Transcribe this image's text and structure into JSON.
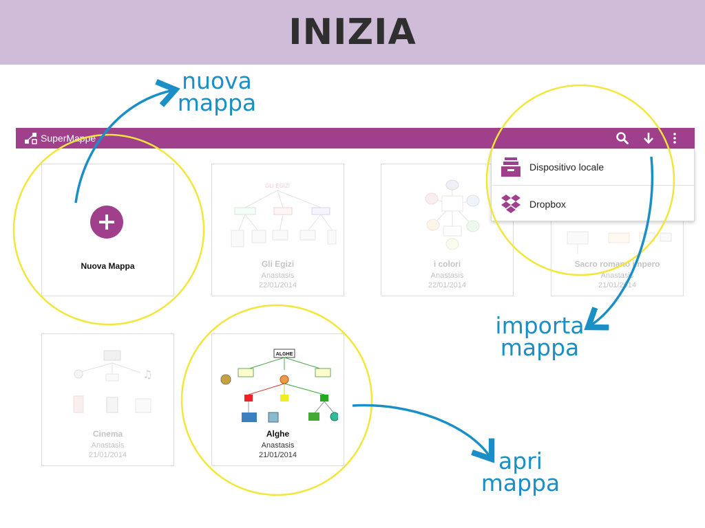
{
  "banner": {
    "title": "INIZIA"
  },
  "callouts": {
    "nuova": [
      "nuova",
      "mappa"
    ],
    "importa": [
      "importa",
      "mappa"
    ],
    "apri": [
      "apri",
      "mappa"
    ]
  },
  "appbar": {
    "app_name": "SuperMappe",
    "actions": [
      "search-icon",
      "download-icon",
      "more-vertical-icon"
    ]
  },
  "import_menu": {
    "items": [
      {
        "label": "Dispositivo locale",
        "icon": "archive-box-icon"
      },
      {
        "label": "Dropbox",
        "icon": "dropbox-icon"
      }
    ]
  },
  "maps": {
    "new_label": "Nuova Mappa",
    "items": [
      {
        "title": "Gli Egizi",
        "author": "Anastasis",
        "date": "22/01/2014",
        "thumb_heading": "GLI EGIZI"
      },
      {
        "title": "i colori",
        "author": "Anastasis",
        "date": "22/01/2014"
      },
      {
        "title": "Sacro romano impero",
        "author": "Anastasis",
        "date": "21/01/2014"
      },
      {
        "title": "Cinema",
        "author": "Anastasis",
        "date": "21/01/2014"
      },
      {
        "title": "Alghe",
        "author": "Anastasis",
        "date": "21/01/2014",
        "thumb_heading": "ALGHE"
      }
    ]
  },
  "colors": {
    "banner": "#cfbcd9",
    "appbar": "#a0408d",
    "callout_blue": "#1a8fc6",
    "highlight_ring": "#f3e63a"
  }
}
